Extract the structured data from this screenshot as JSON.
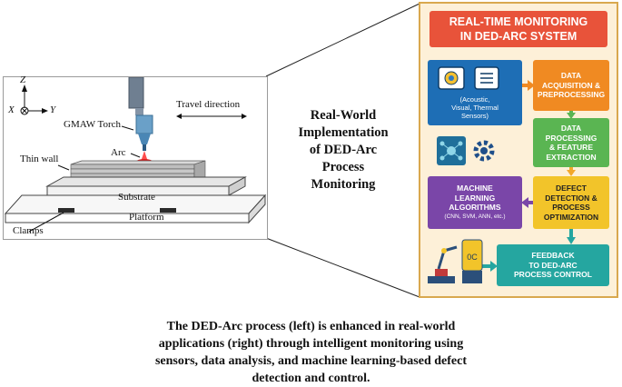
{
  "schematic": {
    "axis_z": "Z",
    "axis_x": "X",
    "axis_y": "Y",
    "torch_label": "GMAW Torch",
    "travel_label": "Travel direction",
    "arc_label": "Arc",
    "thin_wall_label": "Thin wall",
    "substrate_label": "Substrate",
    "platform_label": "Platform",
    "clamps_label": "Clamps"
  },
  "middle": {
    "title_lines": [
      "Real-World",
      "Implementation",
      "of DED-Arc",
      "Process",
      "Monitoring"
    ]
  },
  "panel": {
    "title_lines": [
      "REAL-TIME MONITORING",
      "IN DED-ARC SYSTEM"
    ],
    "sensors_lines": [
      "(Acoustic,",
      "Visual, Thermal",
      "Sensors)"
    ],
    "daq_lines": [
      "DATA",
      "ACQUISITION &",
      "PREPROCESSING"
    ],
    "dpf_lines": [
      "DATA",
      "PROCESSING",
      "& FEATURE",
      "EXTRACTION"
    ],
    "ml_lines": [
      "MACHINE",
      "LEARNING",
      "ALGORITHMS"
    ],
    "ml_sub": "(CNN, SVM, ANN, etc.)",
    "dd_lines": [
      "DEFECT",
      "DETECTION &",
      "PROCESS",
      "OPTIMIZATION"
    ],
    "fb_lines": [
      "FEEDBACK",
      "TO DED-ARC",
      "PROCESS CONTROL"
    ],
    "thermo_label": "0C",
    "colors": {
      "title": "#e8533a",
      "sensors": "#1e6eb5",
      "daq": "#f08a22",
      "dpf": "#5ab552",
      "ml": "#7a46a8",
      "dd": "#f2c42a",
      "fb": "#25a6a0",
      "panel_bg": "#fdf0d8"
    }
  },
  "caption": {
    "lines": [
      "The DED-Arc process (left) is enhanced in real-world",
      "applications (right) through intelligent monitoring using",
      "sensors, data analysis, and machine learning-based defect",
      "detection and control."
    ]
  }
}
